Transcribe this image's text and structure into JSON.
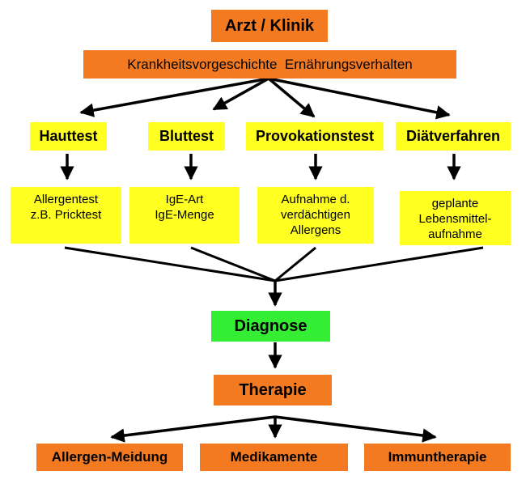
{
  "colors": {
    "orange": "#f47a22",
    "yellow": "#ffff22",
    "green": "#33ee33",
    "line": "#000000"
  },
  "top": {
    "title": "Arzt / Klinik",
    "history": "Krankheitsvorgeschichte  Ernährungsverhalten"
  },
  "methods": [
    {
      "name": "Hauttest",
      "detail": [
        "Allergentest",
        "z.B. Pricktest"
      ]
    },
    {
      "name": "Bluttest",
      "detail": [
        "IgE-Art",
        "IgE-Menge"
      ]
    },
    {
      "name": "Provokationstest",
      "detail": [
        "Aufnahme d.",
        "verdächtigen",
        "Allergens"
      ]
    },
    {
      "name": "Diätverfahren",
      "detail": [
        "geplante",
        "Lebensmittel-",
        "aufnahme"
      ]
    }
  ],
  "diagnosis": "Diagnose",
  "therapy": "Therapie",
  "outcomes": [
    "Allergen-Meidung",
    "Medikamente",
    "Immuntherapie"
  ]
}
